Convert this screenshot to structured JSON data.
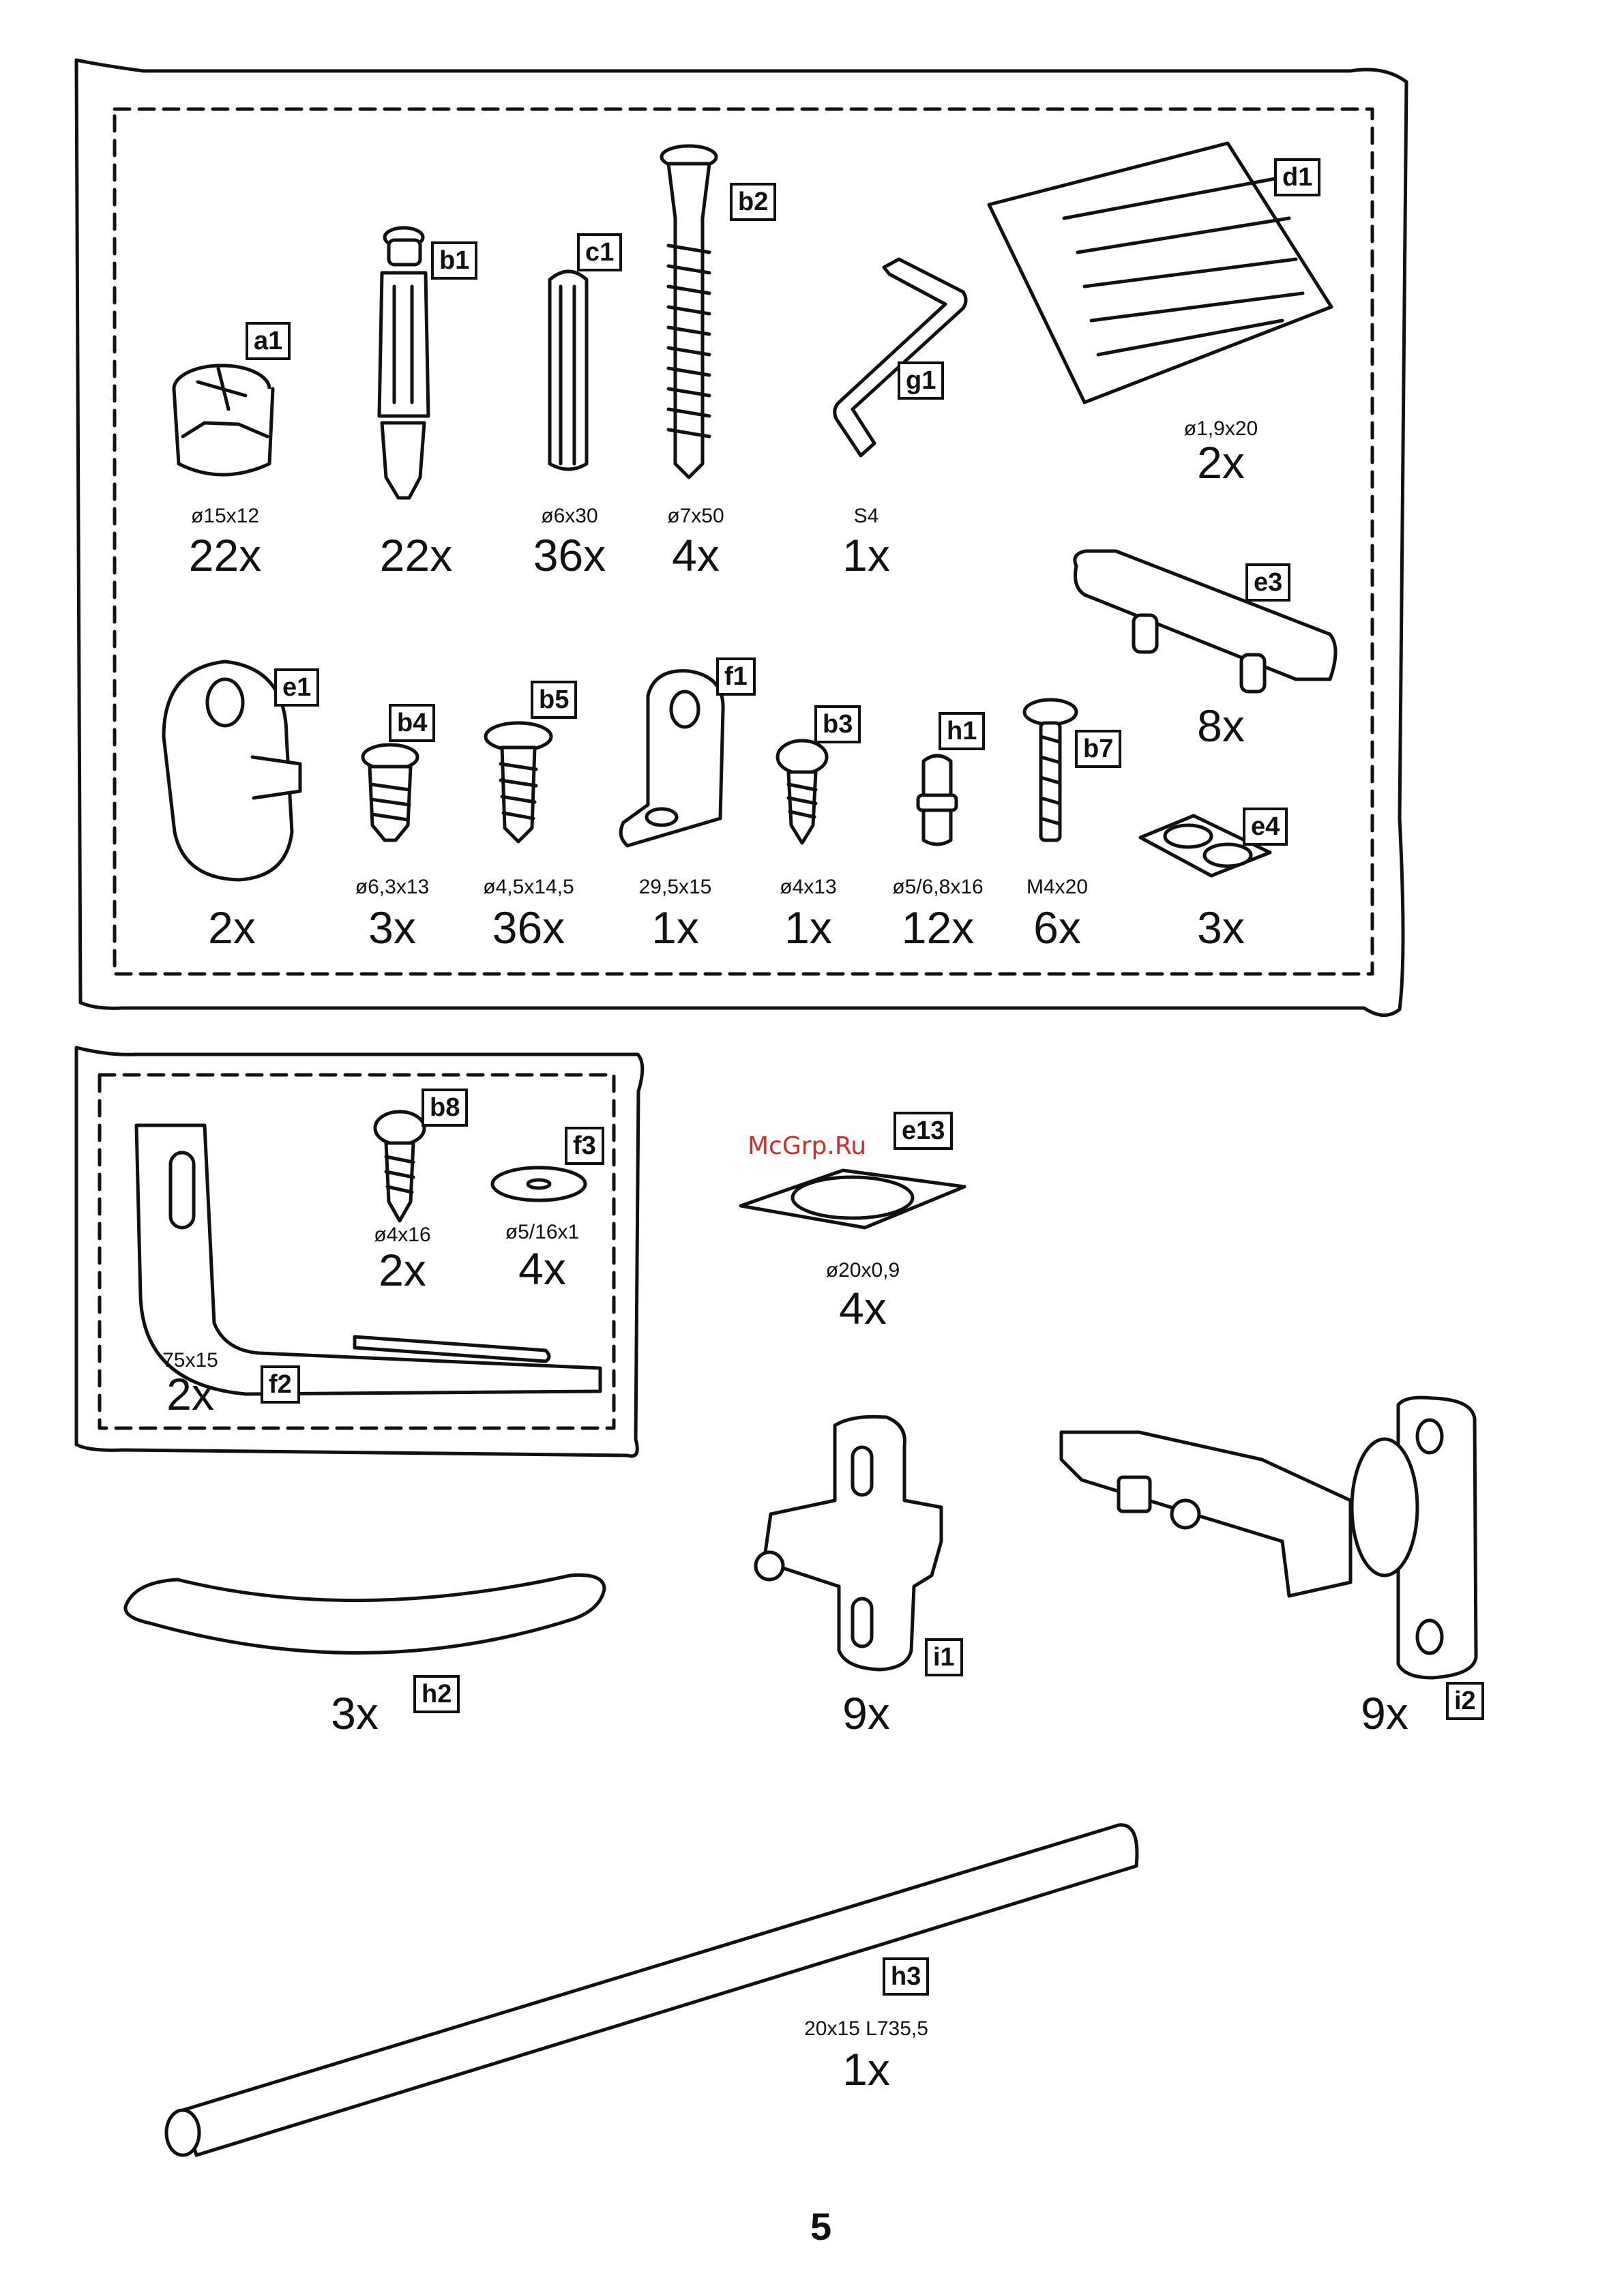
{
  "watermark": "McGrp.Ru",
  "page_number": "5",
  "parts": {
    "a1": {
      "tag": "a1",
      "dim": "ø15x12",
      "qty": "22x"
    },
    "b1": {
      "tag": "b1",
      "dim": "",
      "qty": "22x"
    },
    "c1": {
      "tag": "c1",
      "dim": "ø6x30",
      "qty": "36x"
    },
    "b2": {
      "tag": "b2",
      "dim": "ø7x50",
      "qty": "4x"
    },
    "g1": {
      "tag": "g1",
      "dim": "S4",
      "qty": "1x"
    },
    "d1": {
      "tag": "d1",
      "dim": "ø1,9x20",
      "qty": "2x"
    },
    "e3": {
      "tag": "e3",
      "dim": "",
      "qty": "8x"
    },
    "e1": {
      "tag": "e1",
      "dim": "",
      "qty": "2x"
    },
    "b4": {
      "tag": "b4",
      "dim": "ø6,3x13",
      "qty": "3x"
    },
    "b5": {
      "tag": "b5",
      "dim": "ø4,5x14,5",
      "qty": "36x"
    },
    "f1": {
      "tag": "f1",
      "dim": "29,5x15",
      "qty": "1x"
    },
    "b3": {
      "tag": "b3",
      "dim": "ø4x13",
      "qty": "1x"
    },
    "h1": {
      "tag": "h1",
      "dim": "ø5/6,8x16",
      "qty": "12x"
    },
    "b7": {
      "tag": "b7",
      "dim": "M4x20",
      "qty": "6x"
    },
    "e4": {
      "tag": "e4",
      "dim": "",
      "qty": "3x"
    },
    "b8": {
      "tag": "b8",
      "dim": "ø4x16",
      "qty": "2x"
    },
    "f3": {
      "tag": "f3",
      "dim": "ø5/16x1",
      "qty": "4x"
    },
    "f2": {
      "tag": "f2",
      "dim": "75x15",
      "qty": "2x"
    },
    "e13": {
      "tag": "e13",
      "dim": "ø20x0,9",
      "qty": "4x"
    },
    "h2": {
      "tag": "h2",
      "dim": "",
      "qty": "3x"
    },
    "i1": {
      "tag": "i1",
      "dim": "",
      "qty": "9x"
    },
    "i2": {
      "tag": "i2",
      "dim": "",
      "qty": "9x"
    },
    "h3": {
      "tag": "h3",
      "dim": "20x15 L735,5",
      "qty": "1x"
    }
  }
}
